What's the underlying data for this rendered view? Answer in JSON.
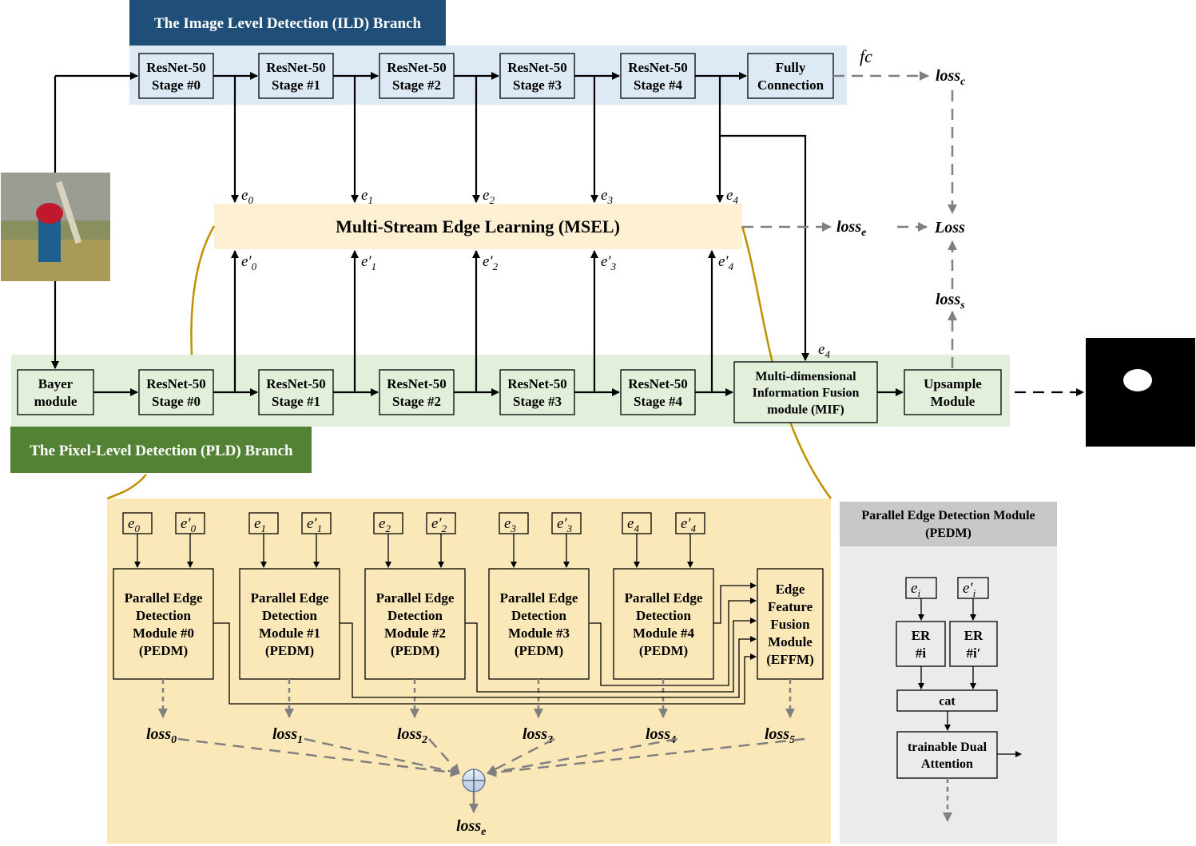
{
  "ild_banner": "The Image Level Detection (ILD) Branch",
  "pld_banner": "The Pixel-Level Detection (PLD) Branch",
  "msel_label": "Multi-Stream Edge Learning (MSEL)",
  "pedm_panel_title": [
    "Parallel Edge Detection Module",
    "(PEDM)"
  ],
  "colors": {
    "ild_banner": "#1f4e79",
    "pld_banner": "#548235",
    "ild_band": "#dde9f4",
    "pld_band": "#e2efda",
    "msel_band": "#fdf0d3",
    "detail_panel": "#fbe8b8",
    "pedm_panel": "#ebebeb",
    "pedm_header": "#c8c8c8",
    "curve": "#bf9000",
    "arrow_gray": "#808080"
  },
  "ild_boxes": [
    [
      "ResNet-50",
      "Stage #0"
    ],
    [
      "ResNet-50",
      "Stage #1"
    ],
    [
      "ResNet-50",
      "Stage #2"
    ],
    [
      "ResNet-50",
      "Stage #3"
    ],
    [
      "ResNet-50",
      "Stage #4"
    ],
    [
      "Fully",
      "Connection"
    ]
  ],
  "pld_boxes": [
    [
      "Bayer",
      "module"
    ],
    [
      "ResNet-50",
      "Stage #0"
    ],
    [
      "ResNet-50",
      "Stage #1"
    ],
    [
      "ResNet-50",
      "Stage #2"
    ],
    [
      "ResNet-50",
      "Stage #3"
    ],
    [
      "ResNet-50",
      "Stage #4"
    ],
    [
      "Multi-dimensional",
      "Information Fusion",
      "module (MIF)"
    ],
    [
      "Upsample",
      "Module"
    ]
  ],
  "fc_label": "fc",
  "edge_labels_top": [
    [
      "e",
      "0"
    ],
    [
      "e",
      "1"
    ],
    [
      "e",
      "2"
    ],
    [
      "e",
      "3"
    ],
    [
      "e",
      "4"
    ]
  ],
  "edge_labels_bottom": [
    [
      "e′",
      "0"
    ],
    [
      "e′",
      "1"
    ],
    [
      "e′",
      "2"
    ],
    [
      "e′",
      "3"
    ],
    [
      "e′",
      "4"
    ]
  ],
  "mif_edge_label": [
    "e",
    "4"
  ],
  "losses": {
    "loss_c": [
      "loss",
      "c"
    ],
    "loss_e": [
      "loss",
      "e"
    ],
    "loss_s": [
      "loss",
      "s"
    ],
    "loss_total": "Loss"
  },
  "detail_inputs": [
    [
      [
        "e",
        "0"
      ],
      [
        "e′",
        "0"
      ]
    ],
    [
      [
        "e",
        "1"
      ],
      [
        "e′",
        "1"
      ]
    ],
    [
      [
        "e",
        "2"
      ],
      [
        "e′",
        "2"
      ]
    ],
    [
      [
        "e",
        "3"
      ],
      [
        "e′",
        "3"
      ]
    ],
    [
      [
        "e",
        "4"
      ],
      [
        "e′",
        "4"
      ]
    ]
  ],
  "pedm_boxes": [
    [
      "Parallel Edge",
      "Detection",
      "Module #0",
      "(PEDM)"
    ],
    [
      "Parallel Edge",
      "Detection",
      "Module #1",
      "(PEDM)"
    ],
    [
      "Parallel Edge",
      "Detection",
      "Module #2",
      "(PEDM)"
    ],
    [
      "Parallel Edge",
      "Detection",
      "Module #3",
      "(PEDM)"
    ],
    [
      "Parallel Edge",
      "Detection",
      "Module #4",
      "(PEDM)"
    ]
  ],
  "effm_box": [
    "Edge",
    "Feature",
    "Fusion",
    "Module",
    "(EFFM)"
  ],
  "detail_losses": [
    [
      "loss",
      "0"
    ],
    [
      "loss",
      "1"
    ],
    [
      "loss",
      "2"
    ],
    [
      "loss",
      "3"
    ],
    [
      "loss",
      "4"
    ],
    [
      "loss",
      "5"
    ]
  ],
  "detail_sum_label": [
    "loss",
    "e"
  ],
  "pedm_inputs": [
    [
      "e",
      "i"
    ],
    [
      "e′",
      "i"
    ]
  ],
  "er_boxes": [
    [
      "ER",
      "#i"
    ],
    [
      "ER",
      "#i′"
    ]
  ],
  "cat_label": "cat",
  "dual_attention": [
    "trainable Dual",
    "Attention"
  ]
}
